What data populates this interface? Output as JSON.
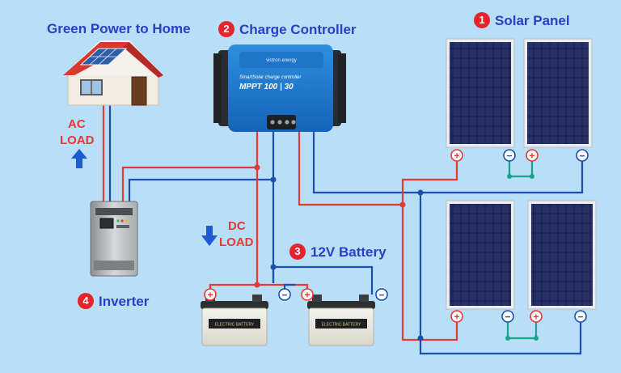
{
  "labels": {
    "home": "Green Power to Home",
    "charge_controller": "Charge Controller",
    "solar_panel": "Solar Panel",
    "battery": "12V Battery",
    "inverter": "Inverter",
    "ac": "AC",
    "ac_load": "LOAD",
    "dc": "DC",
    "dc_load": "LOAD"
  },
  "badges": {
    "solar_panel": "1",
    "charge_controller": "2",
    "battery": "3",
    "inverter": "4"
  },
  "controller": {
    "brand": "victron energy",
    "line1": "SmartSolar charge controller",
    "line2": "MPPT 100 | 30"
  },
  "battery_label": "ELECTRIC BATTERY",
  "terminals": {
    "positive": "+",
    "negative": "−"
  },
  "colors": {
    "background": "#b8def8",
    "positive_wire": "#e53935",
    "negative_wire": "#1c4fb0",
    "panel_link": "#17a589",
    "label_blue": "#2740c9"
  }
}
